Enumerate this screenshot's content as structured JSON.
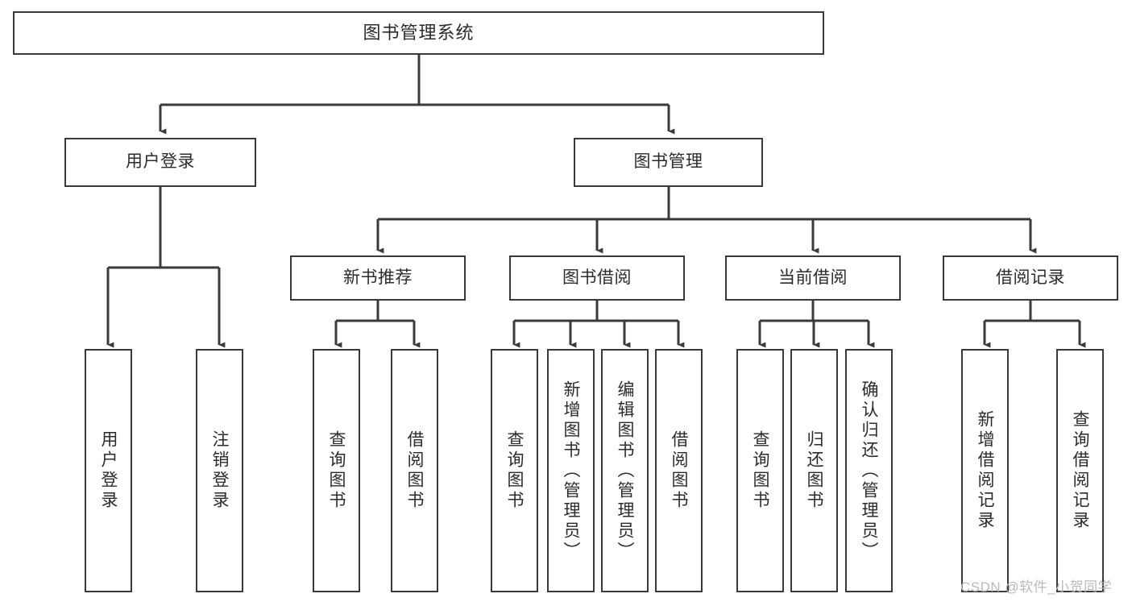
{
  "diagram": {
    "title": "图书管理系统",
    "type": "tree-hierarchy-diagram",
    "style": {
      "box_border_color": "#3a3a3a",
      "box_fill_color": "#ffffff",
      "line_color": "#3a3a3a",
      "text_color": "#2b2b2b",
      "background_color": "#ffffff"
    },
    "nodes": {
      "root": {
        "label": "图书管理系统"
      },
      "level1": [
        {
          "label": "用户登录"
        },
        {
          "label": "图书管理"
        }
      ],
      "level2": [
        {
          "label": "新书推荐"
        },
        {
          "label": "图书借阅"
        },
        {
          "label": "当前借阅"
        },
        {
          "label": "借阅记录"
        }
      ],
      "leaves_user_login": [
        {
          "label": "用户登录"
        },
        {
          "label": "注销登录"
        }
      ],
      "leaves_new_book": [
        {
          "label": "查询图书"
        },
        {
          "label": "借阅图书"
        }
      ],
      "leaves_borrow": [
        {
          "label": "查询图书"
        },
        {
          "label": "新增图书（管理员）"
        },
        {
          "label": "编辑图书（管理员）"
        },
        {
          "label": "借阅图书"
        }
      ],
      "leaves_current": [
        {
          "label": "查询图书"
        },
        {
          "label": "归还图书"
        },
        {
          "label": "确认归还（管理员）"
        }
      ],
      "leaves_records": [
        {
          "label": "新增借阅记录"
        },
        {
          "label": "查询借阅记录"
        }
      ]
    }
  },
  "watermark": {
    "text": "CSDN @软件_小贺同学"
  }
}
